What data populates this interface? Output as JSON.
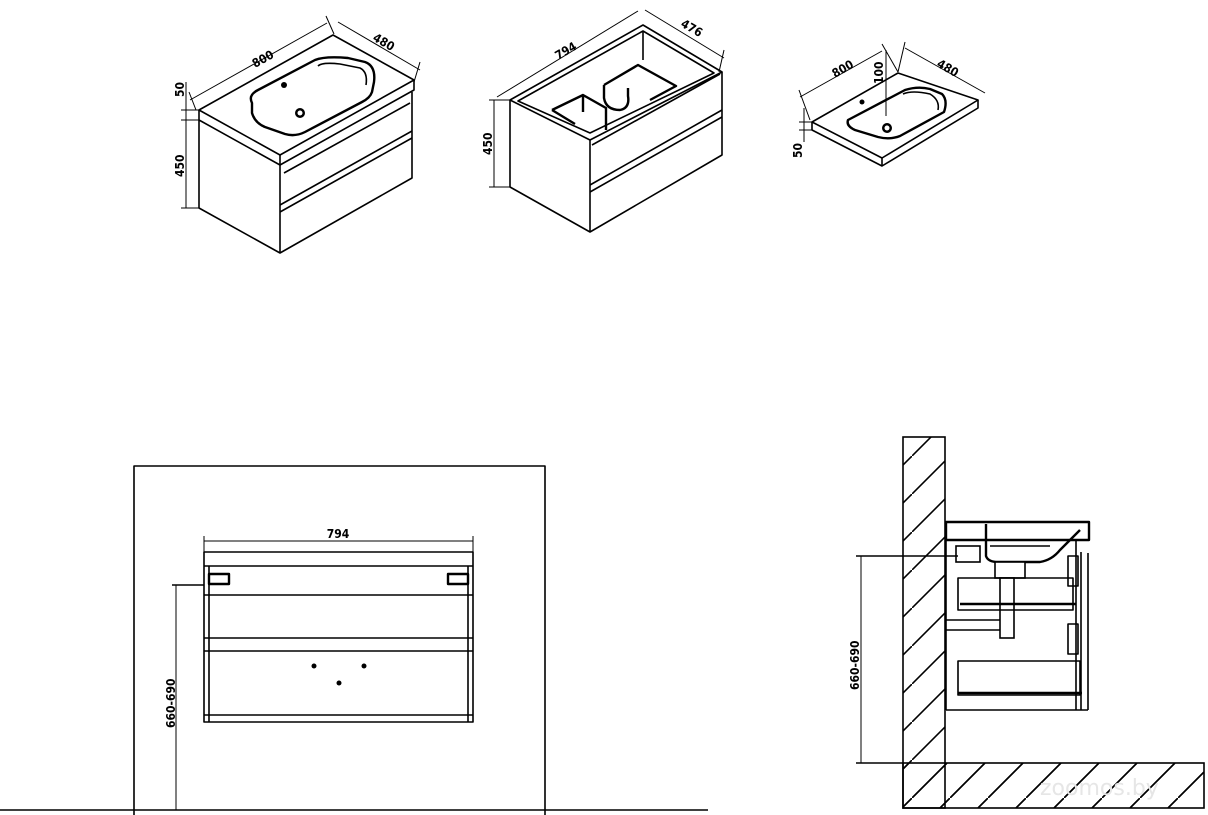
{
  "drawing": {
    "iso_vanity_with_basin": {
      "width": "800",
      "depth": "480",
      "top_thickness": "50",
      "cabinet_height": "450"
    },
    "iso_cabinet": {
      "width": "794",
      "depth": "476",
      "height": "450"
    },
    "iso_basin": {
      "width": "800",
      "depth": "480",
      "bowl_depth": "100",
      "thickness": "50"
    },
    "front_view": {
      "width": "794",
      "mount_height": "660-690"
    },
    "side_view": {
      "mount_height": "660-690"
    },
    "watermark": "zoomos.by"
  },
  "colors": {
    "line": "#000000",
    "background": "#ffffff"
  }
}
